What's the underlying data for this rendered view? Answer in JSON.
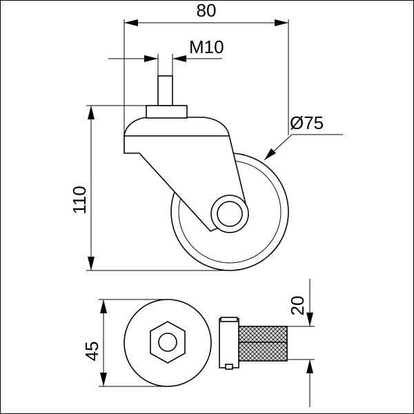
{
  "drawing": {
    "dimensions": {
      "width_total": "80",
      "thread": "M10",
      "wheel_diameter": "Ø75",
      "height_total": "110",
      "hub_width": "45",
      "tread_width": "20"
    },
    "colors": {
      "line": "#000000",
      "background": "#ffffff",
      "tread_fill": "#d9d9d9"
    }
  }
}
